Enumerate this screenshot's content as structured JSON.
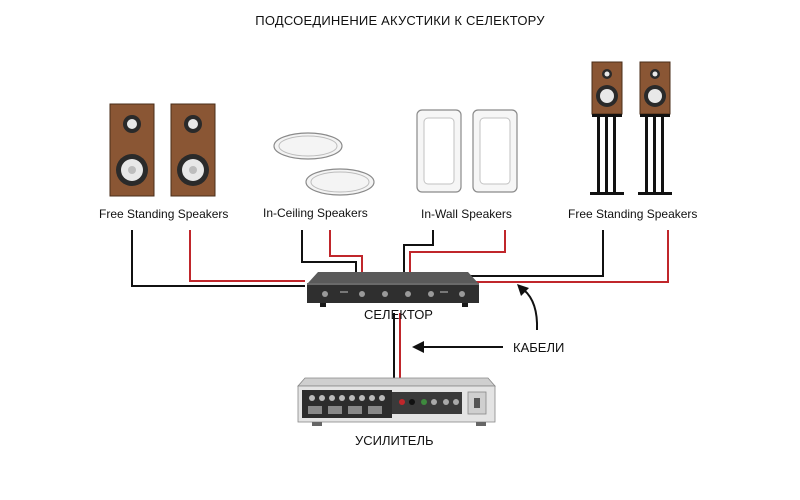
{
  "title": "ПОДСОЕДИНЕНИЕ АКУСТИКИ К СЕЛЕКТОРУ",
  "speaker_groups": [
    {
      "label": "Free Standing Speakers"
    },
    {
      "label": "In-Ceiling Speakers"
    },
    {
      "label": "In-Wall Speakers"
    },
    {
      "label": "Free Standing Speakers"
    }
  ],
  "selector_label": "СЕЛЕКТОР",
  "cables_label": "КАБЕЛИ",
  "amplifier_label": "УСИЛИТЕЛЬ",
  "colors": {
    "wire_black": "#111111",
    "wire_red": "#c0262b",
    "wood": "#8a5634",
    "device": "#3a3a3a",
    "amp_body": "#e4e4e4"
  }
}
